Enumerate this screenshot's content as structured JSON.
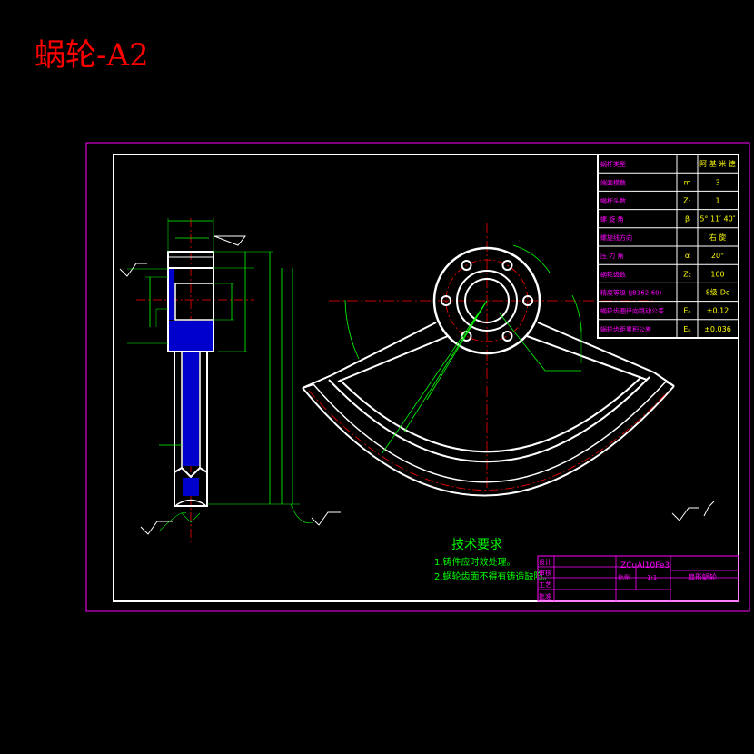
{
  "drawing_title": "蜗轮-A2",
  "technical_requirements": {
    "heading": "技术要求",
    "items": [
      "1.铸件应时效处理。",
      "2.蜗轮齿面不得有铸造缺陷。"
    ]
  },
  "parameter_table": [
    {
      "label": "蜗杆类型",
      "symbol": "",
      "value": "阿 基 米 德"
    },
    {
      "label": "端面模数",
      "symbol": "m",
      "value": "3"
    },
    {
      "label": "蜗杆头数",
      "symbol": "Z₁",
      "value": "1"
    },
    {
      "label": "螺 旋 角",
      "symbol": "β",
      "value": "5° 11′ 40″"
    },
    {
      "label": "螺旋线方向",
      "symbol": "",
      "value": "右 旋"
    },
    {
      "label": "压 力 角",
      "symbol": "α",
      "value": "20°"
    },
    {
      "label": "蜗轮齿数",
      "symbol": "Z₂",
      "value": "100"
    },
    {
      "label": "精度等级 (JB162-60)",
      "symbol": "",
      "value": "8级-Dc"
    },
    {
      "label": "蜗轮齿圈径向跳动公差",
      "symbol": "Eₒ",
      "value": "±0.12"
    },
    {
      "label": "蜗轮齿距累积公差",
      "symbol": "Eₚ",
      "value": "±0.036"
    }
  ],
  "title_block": {
    "material": "ZCuAl10Fe3",
    "scale_label": "比例",
    "scale": "1:1",
    "part_name": "扇形蜗轮",
    "row_labels": [
      "设计",
      "审核",
      "工艺",
      "批准"
    ]
  },
  "colors": {
    "background": "#000000",
    "outline": "#ffffff",
    "border": "#ff00ff",
    "dimension": "#00ff00",
    "centerline": "#ff0000",
    "hatch": "#0000ff",
    "title": "#ff0000",
    "notes": "#00ff00",
    "parameter_value": "#ffff00"
  }
}
